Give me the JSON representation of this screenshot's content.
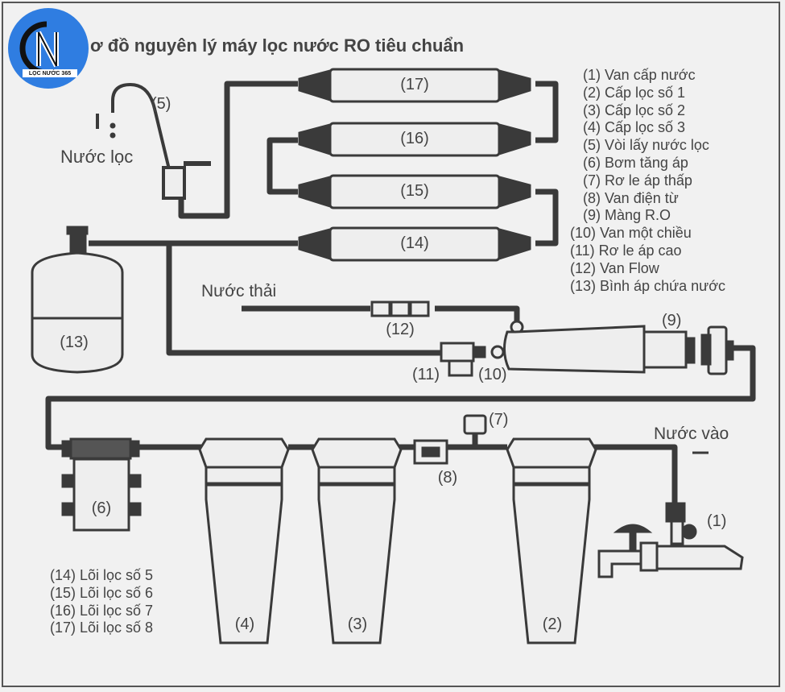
{
  "title": "ơ đồ nguyên lý máy lọc nước RO tiêu chuẩn",
  "logo": {
    "letters": "CN",
    "caption": "LỌC NƯỚC 365",
    "color": "#2f7de1"
  },
  "legend_components": [
    "(1) Van cấp nước",
    "(2) Cấp lọc số 1",
    "(3) Cấp lọc số 2",
    "(4) Cấp lọc số 3",
    "(5) Vòi lấy nước lọc",
    "(6) Bơm tăng áp",
    "(7) Rơ le áp thấp",
    "(8) Van điện từ",
    "(9) Màng R.O",
    "(10) Van một chiều",
    "(11) Rơ le áp cao",
    "(12) Van Flow",
    "(13) Bình áp chứa nước"
  ],
  "legend_cores": [
    "(14) Lõi lọc số 5",
    "(15) Lõi lọc số 6",
    "(16) Lõi lọc số 7",
    "(17) Lõi lọc số 8"
  ],
  "labels": {
    "filtered_water": "Nước lọc",
    "waste_water": "Nước thải",
    "water_in": "Nước vào",
    "n1": "(1)",
    "n2": "(2)",
    "n3": "(3)",
    "n4": "(4)",
    "n5": "(5)",
    "n6": "(6)",
    "n7": "(7)",
    "n8": "(8)",
    "n9": "(9)",
    "n10": "(10)",
    "n11": "(11)",
    "n12": "(12)",
    "n13": "(13)",
    "n14": "(14)",
    "n15": "(15)",
    "n16": "(16)",
    "n17": "(17)"
  }
}
